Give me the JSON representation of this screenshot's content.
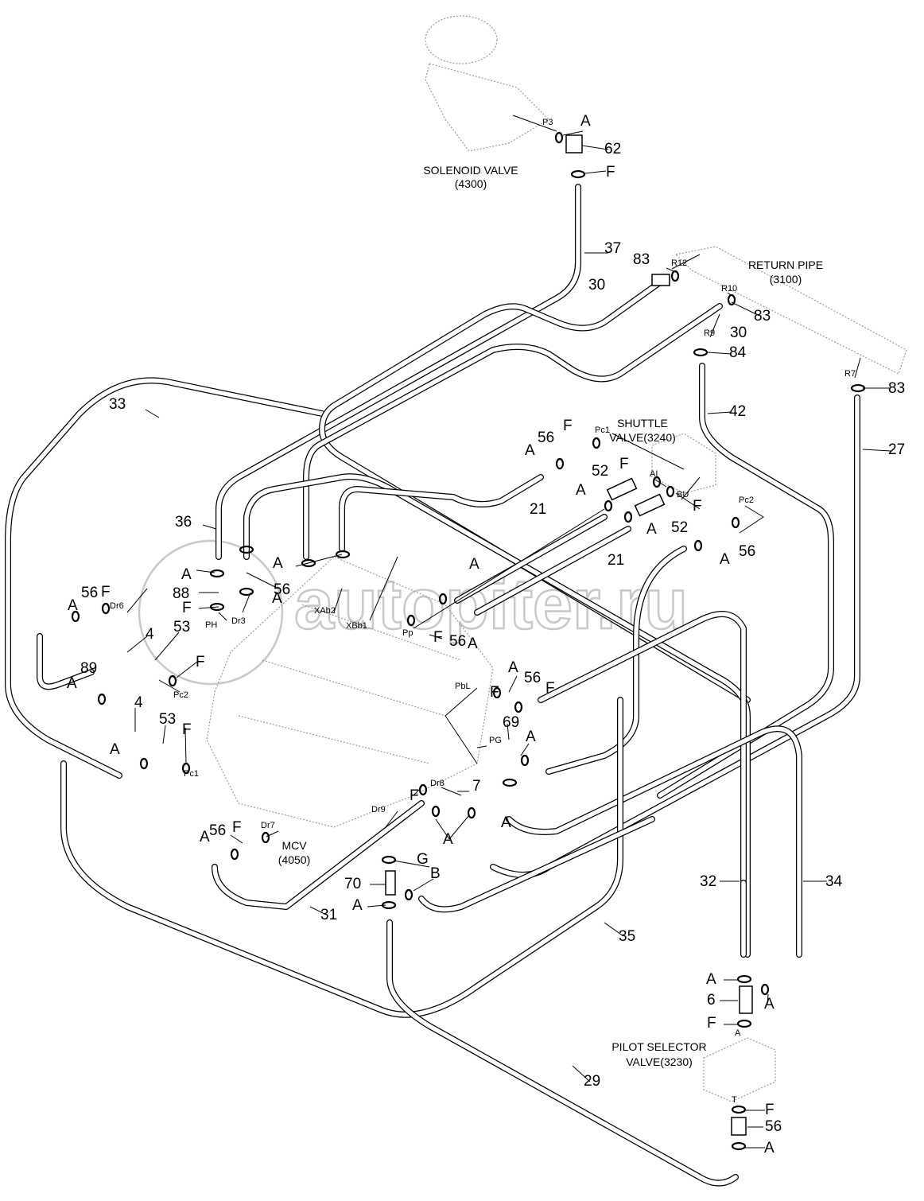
{
  "watermark": "autopiter.ru",
  "components": {
    "solenoid_valve": [
      "SOLENOID VALVE",
      "(4300)"
    ],
    "return_pipe": [
      "RETURN PIPE",
      "(3100)"
    ],
    "shuttle_valve": [
      "SHUTTLE",
      "VALVE(3240)"
    ],
    "mcv": [
      "MCV",
      "(4050)"
    ],
    "pilot_selector_valve": [
      "PILOT SELECTOR",
      "VALVE(3230)"
    ]
  },
  "part_numbers": [
    "62",
    "37",
    "83",
    "30",
    "83",
    "30",
    "84",
    "83",
    "42",
    "27",
    "33",
    "56",
    "52",
    "52",
    "21",
    "21",
    "56",
    "36",
    "56",
    "88",
    "56",
    "56",
    "4",
    "53",
    "89",
    "4",
    "53",
    "56",
    "69",
    "7",
    "56",
    "70",
    "31",
    "35",
    "32",
    "34",
    "6",
    "56",
    "29"
  ],
  "letters": [
    "A",
    "F",
    "A",
    "F",
    "A",
    "F",
    "A",
    "A",
    "A",
    "F",
    "A",
    "A",
    "A",
    "F",
    "F",
    "F",
    "A",
    "F",
    "A",
    "A",
    "F",
    "A",
    "F",
    "A",
    "A",
    "F",
    "F",
    "A",
    "A",
    "F",
    "A",
    "G",
    "B",
    "A",
    "A",
    "A",
    "F",
    "F",
    "A"
  ],
  "ports": [
    "P3",
    "R12",
    "R10",
    "R9",
    "R7",
    "Pc1",
    "AI",
    "BU",
    "Pc2",
    "PH",
    "Dr3",
    "XAb2",
    "XBb1",
    "Pp",
    "Dr6",
    "Pc2",
    "Pc1",
    "PbL",
    "PG",
    "Dr8",
    "Dr9",
    "Dr7",
    "A",
    "T"
  ]
}
